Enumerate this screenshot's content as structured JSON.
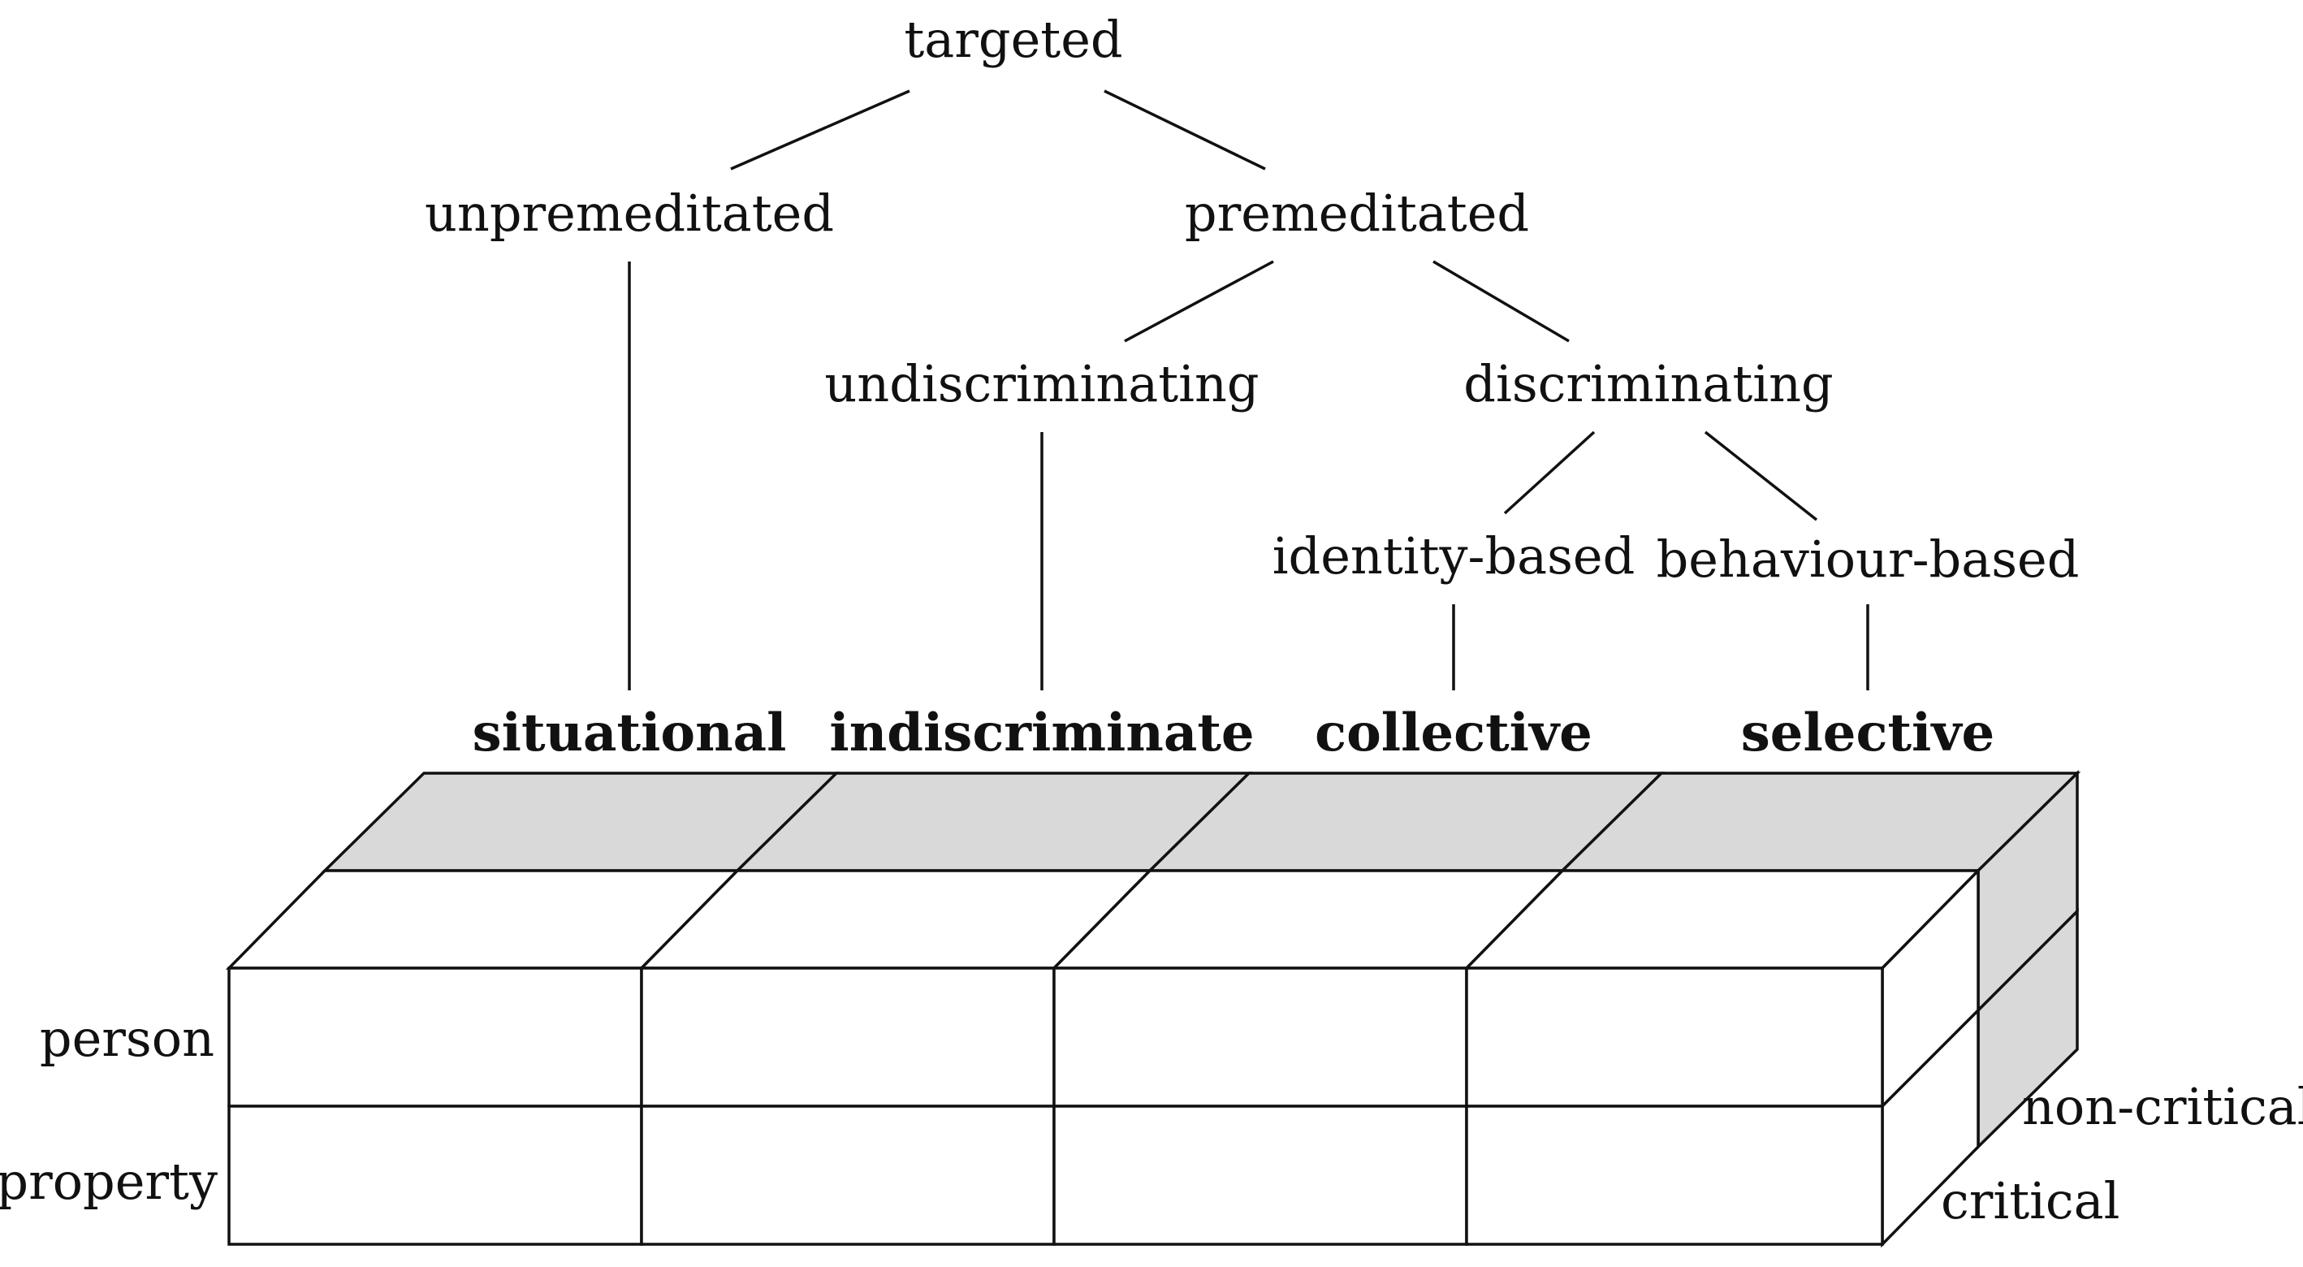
{
  "tree": {
    "root": "targeted",
    "level1": {
      "left": "unpremeditated",
      "right": "premeditated"
    },
    "level2": {
      "left": "undiscriminating",
      "right": "discriminating"
    },
    "level3": {
      "left": "identity-based",
      "right": "behaviour-based"
    }
  },
  "categories": [
    "situational",
    "indiscriminate",
    "collective",
    "selective"
  ],
  "rows": [
    "person",
    "property"
  ],
  "depth": [
    "non-critical",
    "critical"
  ],
  "colors": {
    "shaded_face": "#d9d9d9",
    "line": "#111111"
  }
}
